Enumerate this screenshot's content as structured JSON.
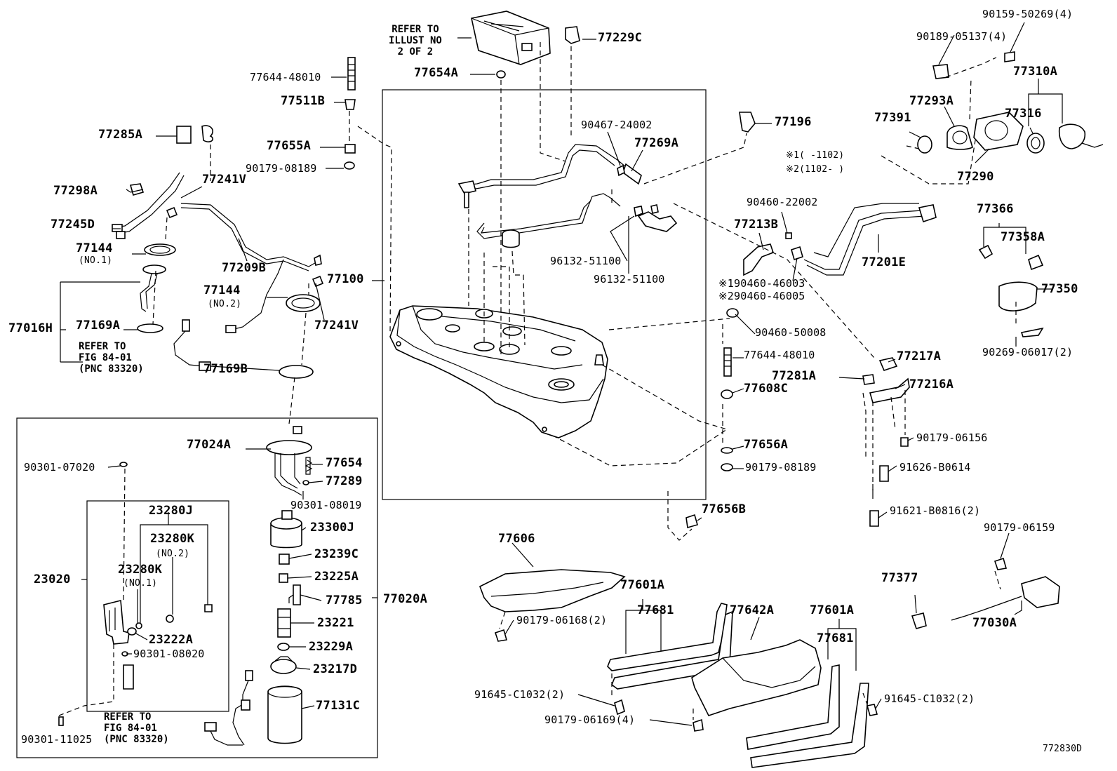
{
  "figure_id": "772830D",
  "notes": {
    "refer_illust": "REFER TO\nILLUST NO\n2 OF 2",
    "refer_fig_upper": "REFER TO\nFIG 84-01\n(PNC 83320)",
    "refer_fig_lower": "REFER TO\nFIG 84-01\n(PNC 83320)",
    "variant_1": "※1(   -1102)",
    "variant_2": "※2(1102-   )"
  },
  "labels": {
    "p77229C": "77229C",
    "p77654A": "77654A",
    "p77644_48010_top": "77644-48010",
    "p77511B": "77511B",
    "p77285A": "77285A",
    "p77655A": "77655A",
    "p90179_08189_top": "90179-08189",
    "p77241V_top": "77241V",
    "p77298A": "77298A",
    "p77245D": "77245D",
    "p77144_no1": "77144",
    "p77144_no1_sub": "(NO.1)",
    "p77209B": "77209B",
    "p77144_no2": "77144",
    "p77144_no2_sub": "(NO.2)",
    "p77100": "77100",
    "p77016H": "77016H",
    "p77169A": "77169A",
    "p77241V_mid": "77241V",
    "p77169B": "77169B",
    "p90467_24002": "90467-24002",
    "p77269A": "77269A",
    "p96132_51100_a": "96132-51100",
    "p96132_51100_b": "96132-51100",
    "p77196": "77196",
    "p90159_50269": "90159-50269(4)",
    "p90189_05137": "90189-05137(4)",
    "p77310A": "77310A",
    "p77293A": "77293A",
    "p77391": "77391",
    "p77316": "77316",
    "p77290": "77290",
    "p90460_22002": "90460-22002",
    "p77213B": "77213B",
    "p77201E": "77201E",
    "p90460_46003": "※190460-46003",
    "p90460_46005": "※290460-46005",
    "p77366": "77366",
    "p77358A": "77358A",
    "p77350": "77350",
    "p90460_50008": "90460-50008",
    "p90269_06017": "90269-06017(2)",
    "p77644_48010_mid": "77644-48010",
    "p77217A": "77217A",
    "p77281A": "77281A",
    "p77216A": "77216A",
    "p77608C": "77608C",
    "p90179_06156": "90179-06156",
    "p77656A": "77656A",
    "p90179_08189_mid": "90179-08189",
    "p91626_B0614": "91626-B0614",
    "p91621_B0816": "91621-B0816(2)",
    "p77656B": "77656B",
    "p90179_06159": "90179-06159",
    "p77024A": "77024A",
    "p77654": "77654",
    "p77289": "77289",
    "p90301_08019": "90301-08019",
    "p90301_07020": "90301-07020",
    "p23280J": "23280J",
    "p23280K_no2": "23280K",
    "p23280K_no2_sub": "(NO.2)",
    "p23300J": "23300J",
    "p23280K_no1": "23280K",
    "p23280K_no1_sub": "(NO.1)",
    "p23239C": "23239C",
    "p23020": "23020",
    "p23225A": "23225A",
    "p77785": "77785",
    "p77020A": "77020A",
    "p23221": "23221",
    "p23222A": "23222A",
    "p23229A": "23229A",
    "p90301_08020": "90301-08020",
    "p23217D": "23217D",
    "p77131C": "77131C",
    "p90301_11025": "90301-11025",
    "p77606": "77606",
    "p90179_06168": "90179-06168(2)",
    "p77601A_left": "77601A",
    "p77681_left": "77681",
    "p77642A": "77642A",
    "p77601A_right": "77601A",
    "p77681_right": "77681",
    "p91645_C1032_left": "91645-C1032(2)",
    "p91645_C1032_right": "91645-C1032(2)",
    "p90179_06169": "90179-06169(4)",
    "p77377": "77377",
    "p77030A": "77030A"
  }
}
